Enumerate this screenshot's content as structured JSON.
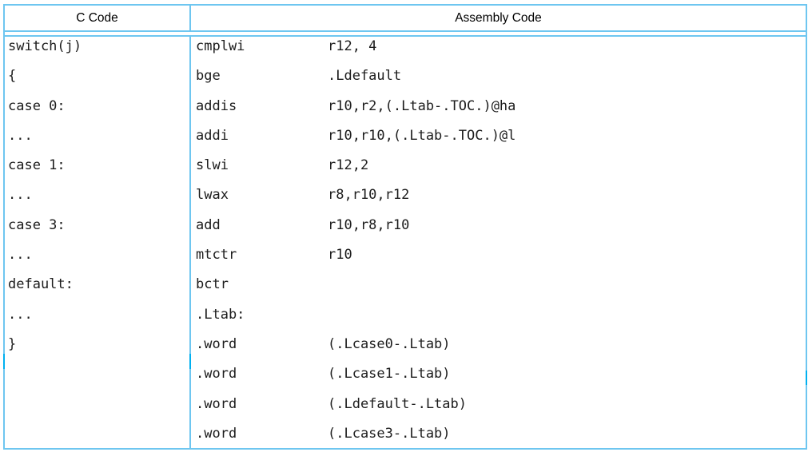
{
  "table": {
    "header": {
      "c_column_label": "C Code",
      "assembly_column_label": "Assembly Code"
    },
    "rows": [
      {
        "c": "switch(j)",
        "mnemonic": "cmplwi",
        "operands": "r12, 4"
      },
      {
        "c": "{",
        "mnemonic": "bge",
        "operands": ".Ldefault"
      },
      {
        "c": "case 0:",
        "mnemonic": "addis",
        "operands": "r10,r2,(.Ltab-.TOC.)@ha"
      },
      {
        "c": "...",
        "mnemonic": "addi",
        "operands": "r10,r10,(.Ltab-.TOC.)@l"
      },
      {
        "c": "case 1:",
        "mnemonic": "slwi",
        "operands": "r12,2"
      },
      {
        "c": "...",
        "mnemonic": "lwax",
        "operands": "r8,r10,r12"
      },
      {
        "c": "case 3:",
        "mnemonic": "add",
        "operands": "r10,r8,r10"
      },
      {
        "c": "...",
        "mnemonic": "mtctr",
        "operands": "r10"
      },
      {
        "c": "default:",
        "mnemonic": "bctr",
        "operands": ""
      },
      {
        "c": "...",
        "mnemonic": ".Ltab:",
        "operands": ""
      },
      {
        "c": "}",
        "mnemonic": ".word",
        "operands": "(.Lcase0-.Ltab)"
      },
      {
        "c": "",
        "mnemonic": ".word",
        "operands": "(.Lcase1-.Ltab)"
      },
      {
        "c": "",
        "mnemonic": ".word",
        "operands": "(.Ldefault-.Ltab)"
      },
      {
        "c": "",
        "mnemonic": ".word",
        "operands": "(.Lcase3-.Ltab)"
      }
    ],
    "colors": {
      "border": "#6EC6F0",
      "seam_accent": "#00B0F0",
      "text": "#1C1C1C"
    }
  }
}
